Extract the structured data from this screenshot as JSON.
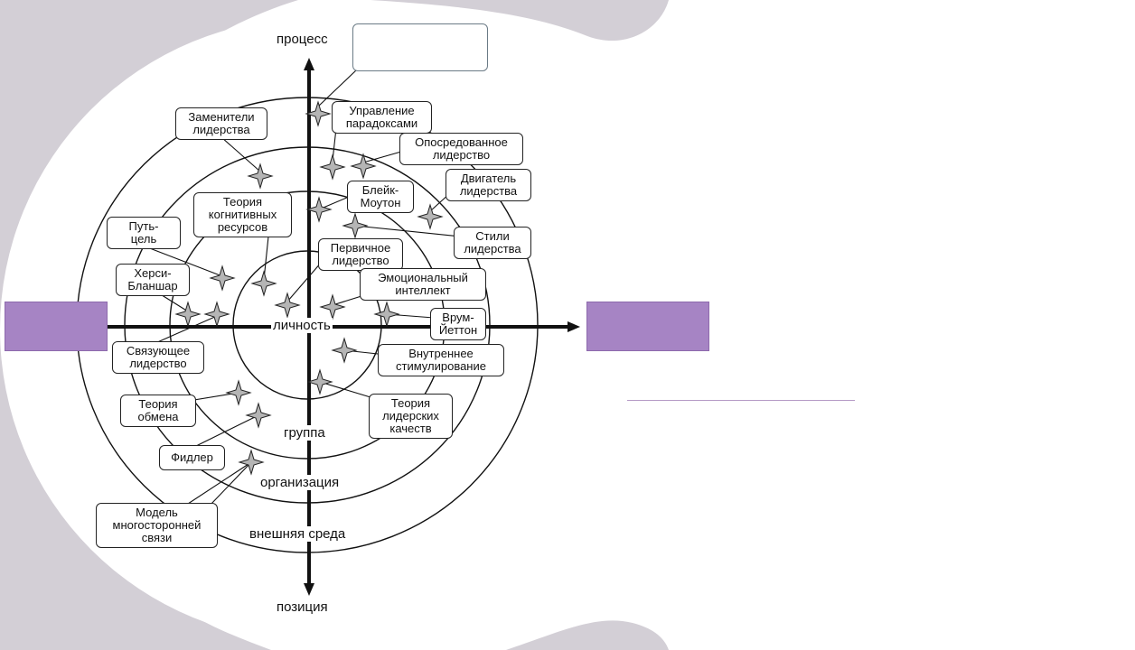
{
  "colors": {
    "background_shape": "#d3cfd6",
    "accent_box": "#a684c4",
    "line": "#111111"
  },
  "axes": {
    "top": "процесс",
    "bottom": "позиция",
    "center": "личность"
  },
  "rings": {
    "group": "группа",
    "organization": "организация",
    "environment": "внешняя среда"
  },
  "theories": {
    "substitutes": "Заменители\nлидерства",
    "paradox": "Управление\nпарадоксами",
    "mediated": "Опосредованное\nлидерство",
    "engine": "Двигатель\nлидерства",
    "blake": "Блейк-\nМоутон",
    "cognitive": "Теория\nкогнитивных\nресурсов",
    "path_goal": "Путь-\nцель",
    "styles": "Стили\nлидерства",
    "primal": "Первичное\nлидерство",
    "hersey": "Херси-\nБланшар",
    "emotional": "Эмоциональный\nинтеллект",
    "vroom": "Врум-\nЙеттон",
    "connective": "Связующее\nлидерство",
    "intrinsic": "Внутреннее\nстимулирование",
    "exchange": "Теория\nобмена",
    "traits": "Теория\nлидерских\nкачеств",
    "fiedler": "Фидлер",
    "multiple": "Модель\nмногосторонней\nсвязи"
  }
}
